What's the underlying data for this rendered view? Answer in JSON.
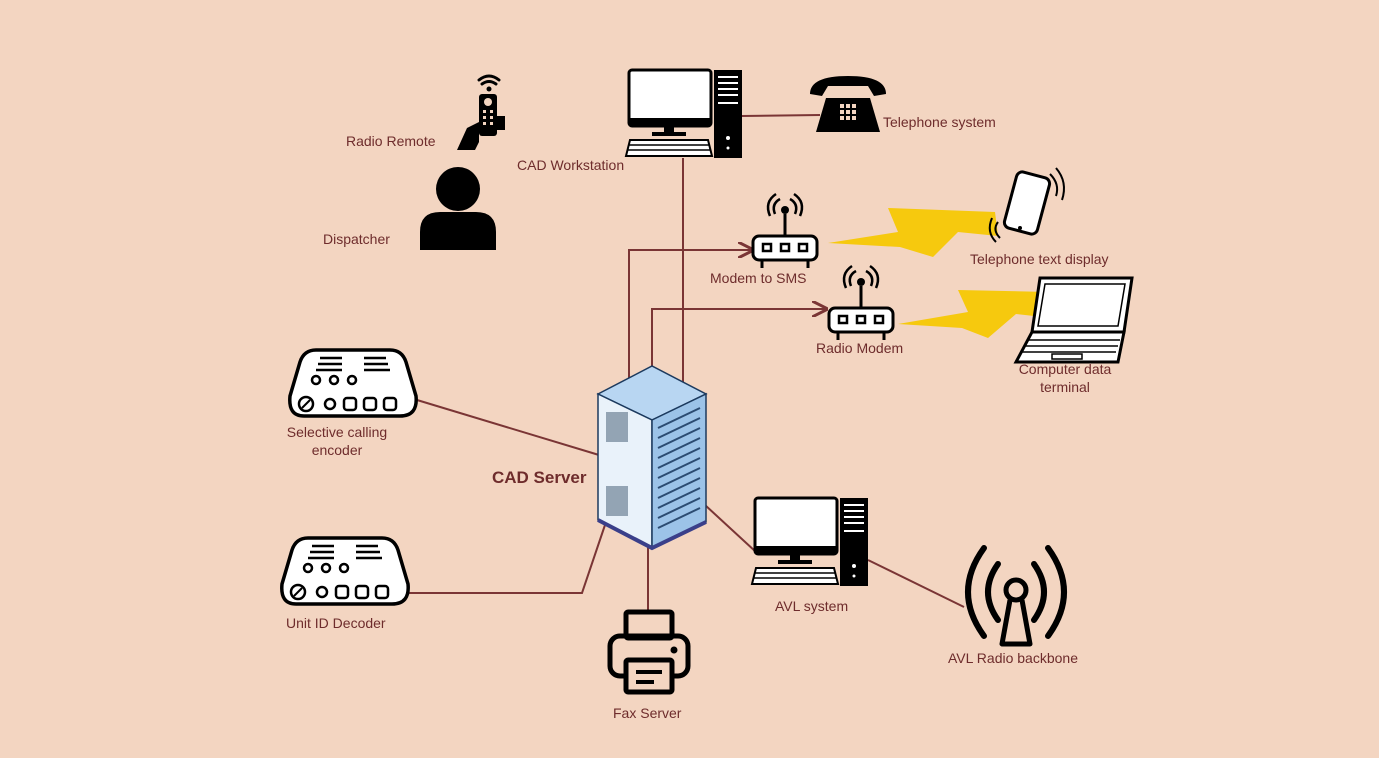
{
  "diagram": {
    "nodes": {
      "radio_remote": "Radio Remote",
      "cad_workstation": "CAD Workstation",
      "telephone_system": "Telephone system",
      "dispatcher": "Dispatcher",
      "modem_sms": "Modem to SMS",
      "telephone_text_display": "Telephone text display",
      "radio_modem": "Radio Modem",
      "computer_data_terminal_1": "Computer data",
      "computer_data_terminal_2": "terminal",
      "selective_calling_encoder_1": "Selective calling",
      "selective_calling_encoder_2": "encoder",
      "cad_server": "CAD Server",
      "unit_id_decoder": "Unit ID Decoder",
      "avl_system": "AVL system",
      "avl_radio_backbone": "AVL Radio backbone",
      "fax_server": "Fax Server"
    },
    "colors": {
      "background": "#f3d5c1",
      "connector": "#7a3535",
      "label": "#6e2c2c",
      "lightning": "#f6c90e",
      "server_blue": "#9cc3e8"
    }
  }
}
